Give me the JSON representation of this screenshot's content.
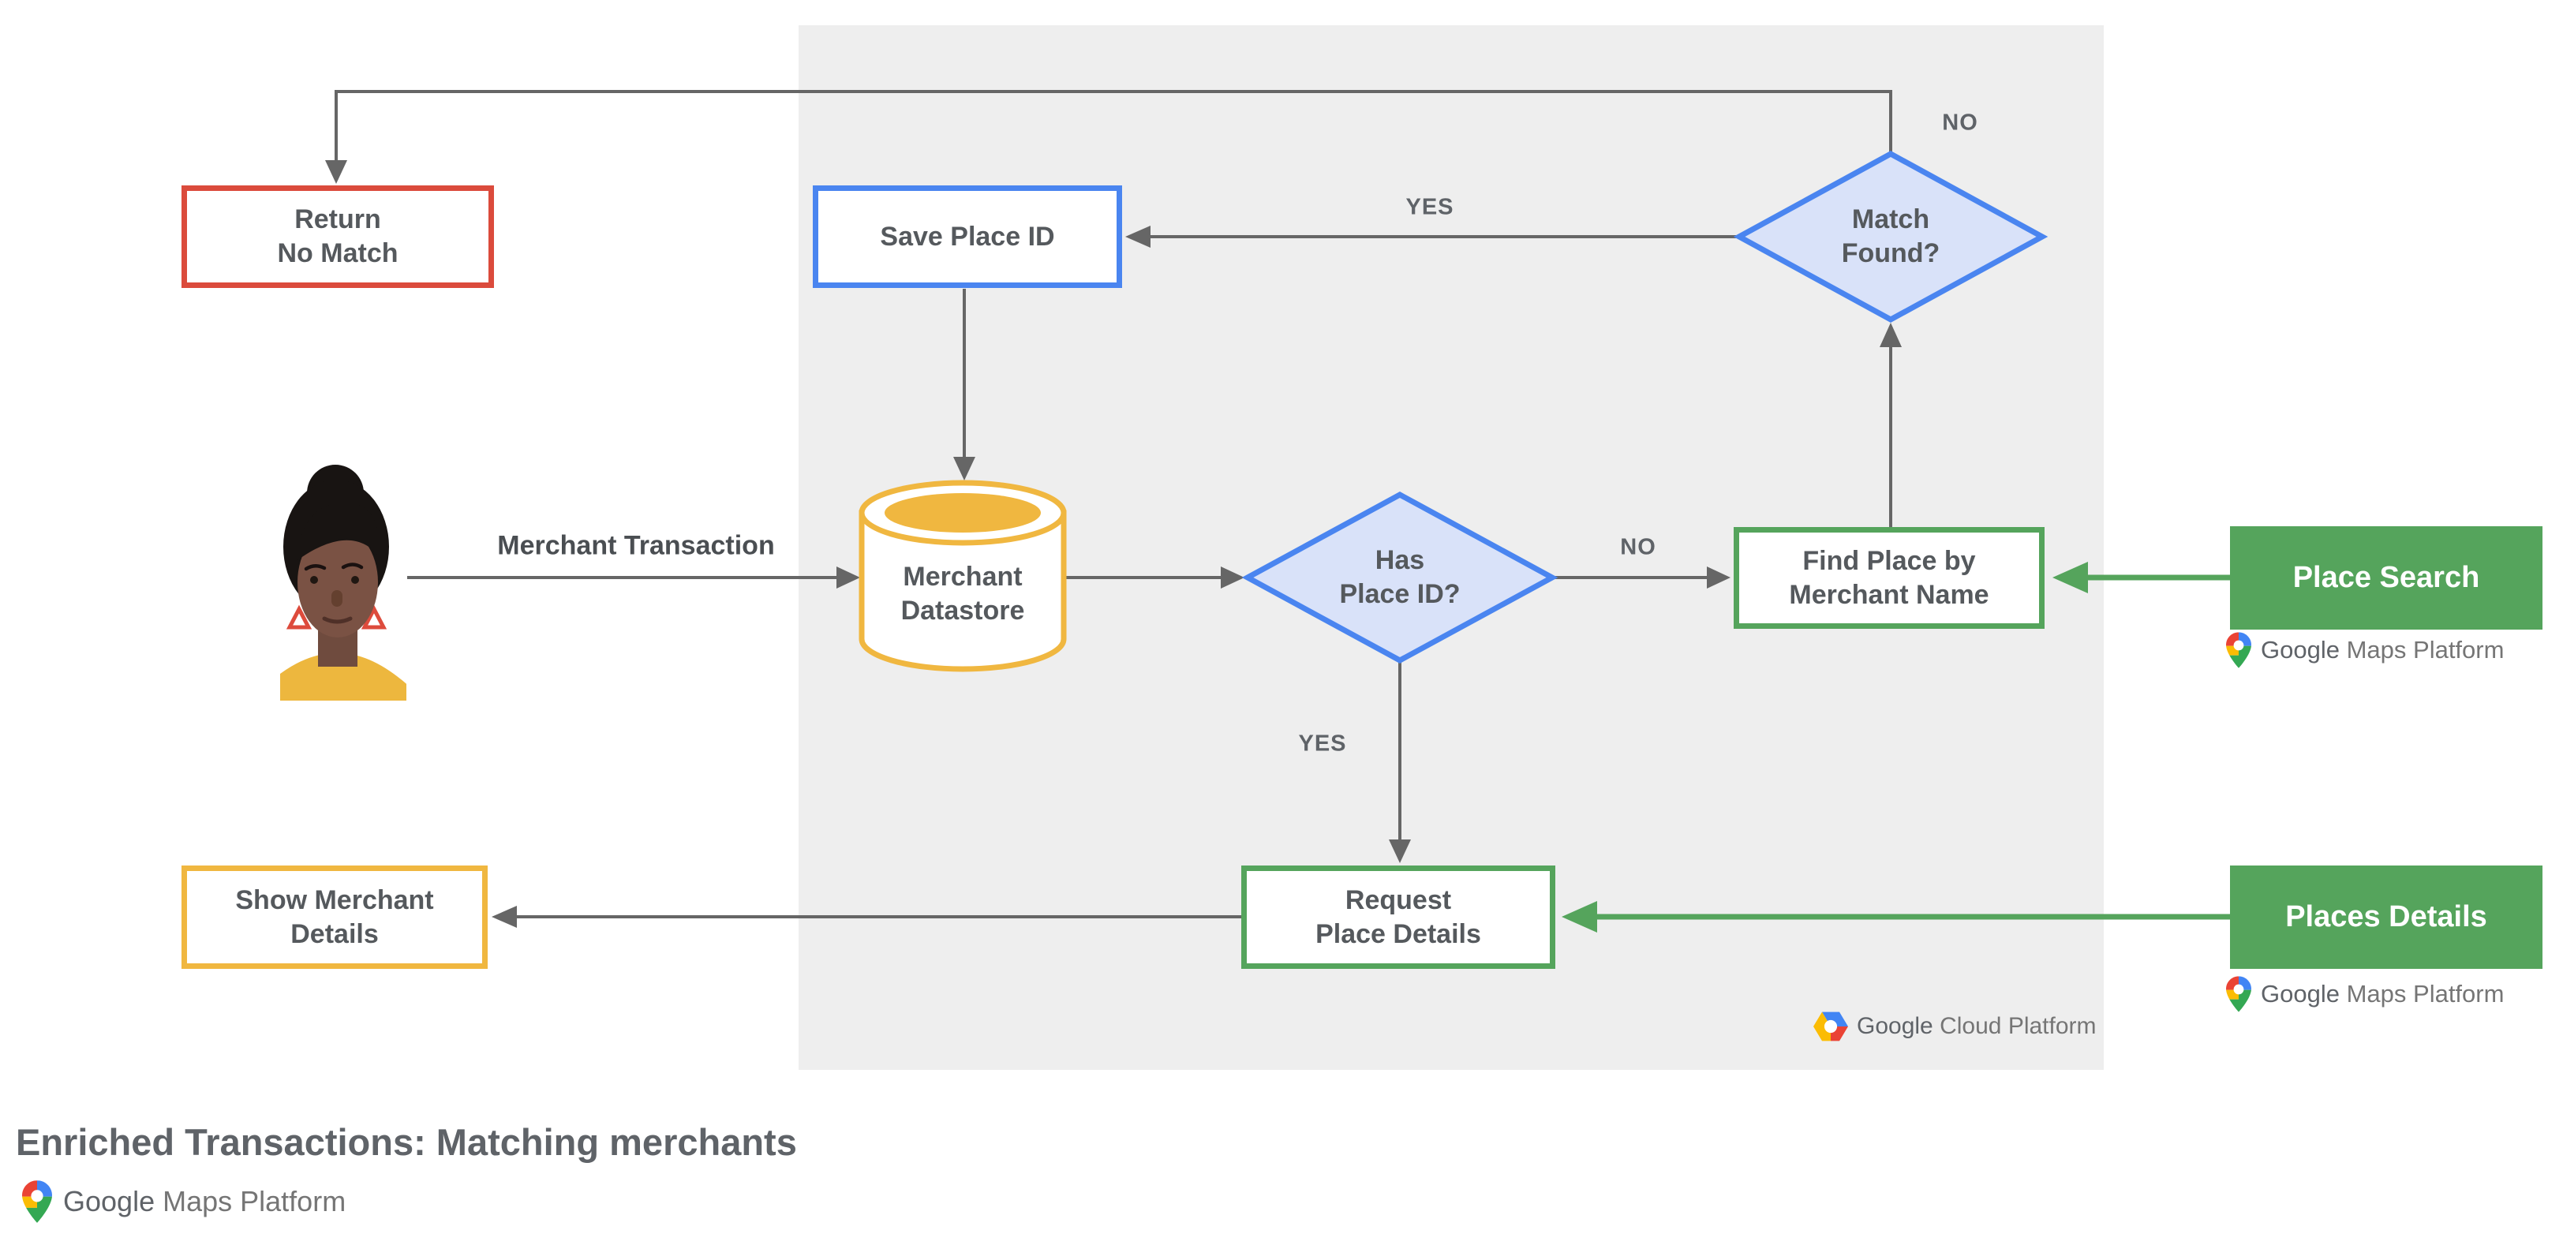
{
  "title": "Enriched Transactions: Matching merchants",
  "nodes": {
    "return_no_match": "Return\nNo Match",
    "save_place_id": "Save Place ID",
    "match_found": "Match\nFound?",
    "merchant_datastore": "Merchant\nDatastore",
    "has_place_id": "Has\nPlace ID?",
    "find_place_by_merchant_name": "Find Place by\nMerchant Name",
    "place_search": "Place Search",
    "request_place_details": "Request\nPlace Details",
    "places_details": "Places Details",
    "show_merchant_details": "Show Merchant\nDetails"
  },
  "edge_labels": {
    "merchant_transaction": "Merchant Transaction",
    "match_found_no": "NO",
    "match_found_yes": "YES",
    "has_place_id_no": "NO",
    "has_place_id_yes": "YES"
  },
  "logos": {
    "maps": {
      "google": "Google",
      "product": "Maps Platform"
    },
    "cloud": {
      "google": "Google",
      "product": "Cloud Platform"
    }
  },
  "colors": {
    "red_border": "#DB4B3C",
    "blue_border": "#4A85F0",
    "blue_fill": "#D9E2F9",
    "yellow": "#F0B740",
    "green": "#55A45C",
    "connector_gray": "#666666",
    "text_gray": "#5F6368",
    "panel_gray": "#EEEEEE"
  }
}
